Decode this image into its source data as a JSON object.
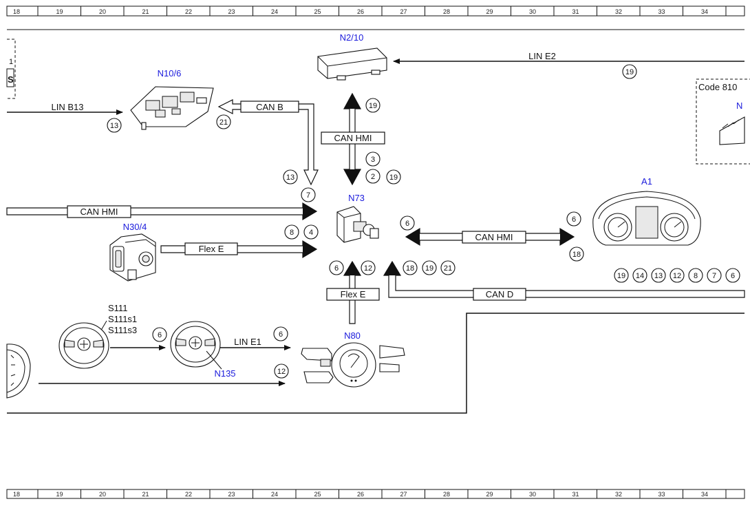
{
  "ruler": {
    "columns": [
      "18",
      "19",
      "20",
      "21",
      "22",
      "23",
      "24",
      "25",
      "26",
      "27",
      "28",
      "29",
      "30",
      "31",
      "32",
      "33",
      "34"
    ]
  },
  "components": {
    "n2_10": "N2/10",
    "n10_6": "N10/6",
    "n73": "N73",
    "n30_4": "N30/4",
    "a1": "A1",
    "n80": "N80",
    "n135": "N135",
    "s111": "S111",
    "s111s1": "S111s1",
    "s111s3": "S111s3",
    "code810": "Code 810"
  },
  "buses": {
    "lin_e2": "LIN E2",
    "lin_b13": "LIN B13",
    "can_b": "CAN B",
    "can_hmi_vertical": "CAN HMI",
    "can_hmi_left": "CAN HMI",
    "can_hmi_right": "CAN HMI",
    "flex_e_left": "Flex E",
    "flex_e_bottom": "Flex E",
    "can_d": "CAN D",
    "lin_e1": "LIN E1"
  },
  "bubbles": {
    "lin_e2": "19",
    "lin_b13": "13",
    "can_b": "21",
    "n2_10_top": "19",
    "hmi_3": "3",
    "hmi_2": "2",
    "hmi_19": "19",
    "arrow_13": "13",
    "arrow_7": "7",
    "flex_8": "8",
    "flex_4": "4",
    "right_6a": "6",
    "right_6b": "6",
    "right_18": "18",
    "bottom_6": "6",
    "bottom_12": "12",
    "cand_18": "18",
    "cand_19": "19",
    "cand_21": "21",
    "a1_row": [
      "19",
      "14",
      "13",
      "12",
      "8",
      "7",
      "6"
    ],
    "steer_6": "6",
    "line_e1_6": "6",
    "line_12": "12"
  }
}
